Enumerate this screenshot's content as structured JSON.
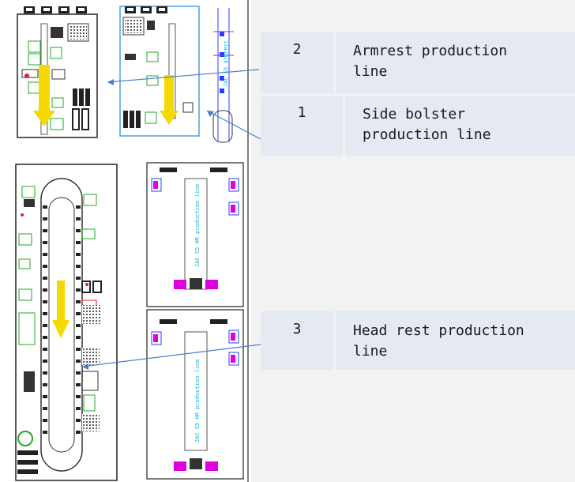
{
  "callouts": [
    {
      "number": "2",
      "label": "Armrest production\nline"
    },
    {
      "number": "1",
      "label": "Side bolster\nproduction line"
    },
    {
      "number": "3",
      "label": "Head rest production\nline"
    }
  ],
  "drawing_labels": {
    "armrest_vertical": "JAC S5 armrest",
    "headrest_line_a": "JAC S5 HR production line",
    "headrest_line_b": "JAC S5 HR production line"
  },
  "colors": {
    "accent_green": "#2ecc40",
    "accent_yellow": "#f5d800",
    "accent_magenta": "#e000e0",
    "accent_blue": "#2040ff",
    "callout_bg": "#e4e9f2",
    "leader_line": "#4a7fc8"
  }
}
